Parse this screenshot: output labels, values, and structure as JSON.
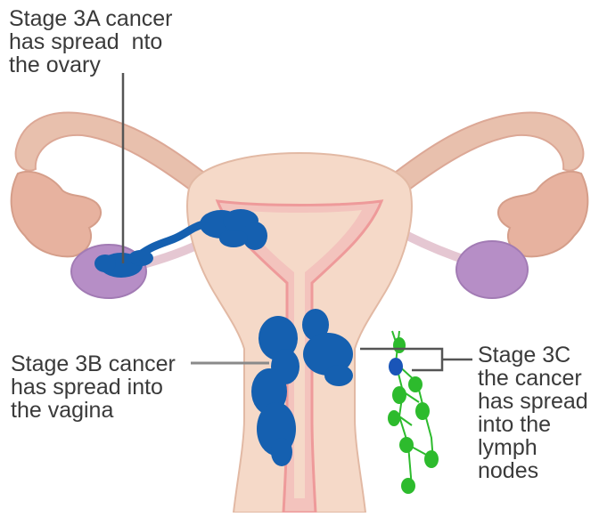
{
  "labels": {
    "stage_3a": "Stage 3A cancer\nhas spread  nto\nthe ovary",
    "stage_3b": "Stage 3B cancer\nhas spread into\nthe vagina",
    "stage_3c": "Stage 3C\nthe cancer\nhas spread\ninto the\nlymph\nnodes"
  },
  "colors": {
    "uterus_fill": "#f5d9c8",
    "uterus_outline": "#e2b9a4",
    "lining": "#ee9a9a",
    "fallopian_tube": "#e8c0ad",
    "ovary": "#b68ec6",
    "fimbriae": "#e7b29f",
    "cancer": "#1560b0",
    "lymph_node": "#2dbb2d",
    "lymph_node_affected": "#1a55b8",
    "leader_line": "#555555"
  }
}
